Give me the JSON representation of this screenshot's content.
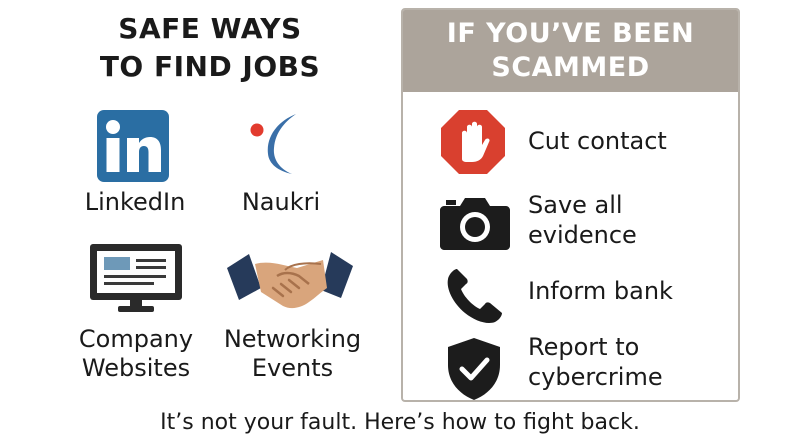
{
  "left": {
    "title_line1": "SAFE WAYS",
    "title_line2": "TO FIND JOBS",
    "items": [
      {
        "label_lines": [
          "LinkedIn"
        ],
        "icon": "linkedin-logo"
      },
      {
        "label_lines": [
          "Naukri"
        ],
        "icon": "naukri-logo"
      },
      {
        "label_lines": [
          "Company",
          "Websites"
        ],
        "icon": "computer-monitor"
      },
      {
        "label_lines": [
          "Networking",
          "Events"
        ],
        "icon": "handshake"
      }
    ]
  },
  "panel": {
    "title_line1": "IF YOU’VE BEEN",
    "title_line2": "SCAMMED",
    "steps": [
      {
        "lines": [
          "Cut contact"
        ],
        "icon": "stop-hand-octagon"
      },
      {
        "lines": [
          "Save all",
          "evidence"
        ],
        "icon": "camera"
      },
      {
        "lines": [
          "Inform bank"
        ],
        "icon": "phone"
      },
      {
        "lines": [
          "Report to",
          "cybercrime"
        ],
        "icon": "shield-check"
      }
    ]
  },
  "footer": {
    "text": "It’s not your fault. Here’s how to fight back."
  },
  "colors": {
    "linkedin_blue": "#2a6ea3",
    "naukri_red": "#e23b2e",
    "naukri_blue": "#3a6fa8",
    "stop_red": "#d9402f",
    "panel_header": "#aca49b"
  }
}
